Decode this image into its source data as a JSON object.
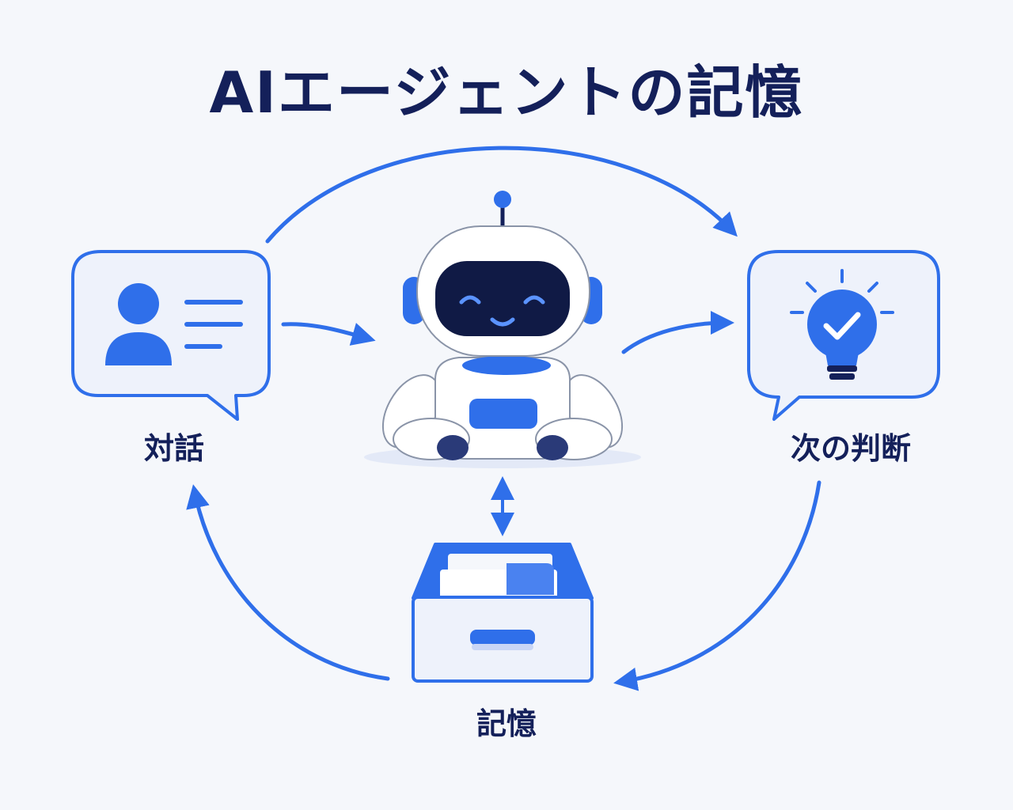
{
  "title": "AIエージェントの記憶",
  "nodes": {
    "dialog": {
      "label": "対話",
      "icon": "person-speech-bubble-icon"
    },
    "agent": {
      "icon": "robot-icon"
    },
    "next_decision": {
      "label": "次の判断",
      "icon": "lightbulb-check-icon"
    },
    "memory": {
      "label": "記憶",
      "icon": "file-drawer-icon"
    }
  },
  "colors": {
    "background": "#f5f7fb",
    "accent": "#2f6fea",
    "navy": "#14205a",
    "bubble_fill": "#eef2fb"
  }
}
